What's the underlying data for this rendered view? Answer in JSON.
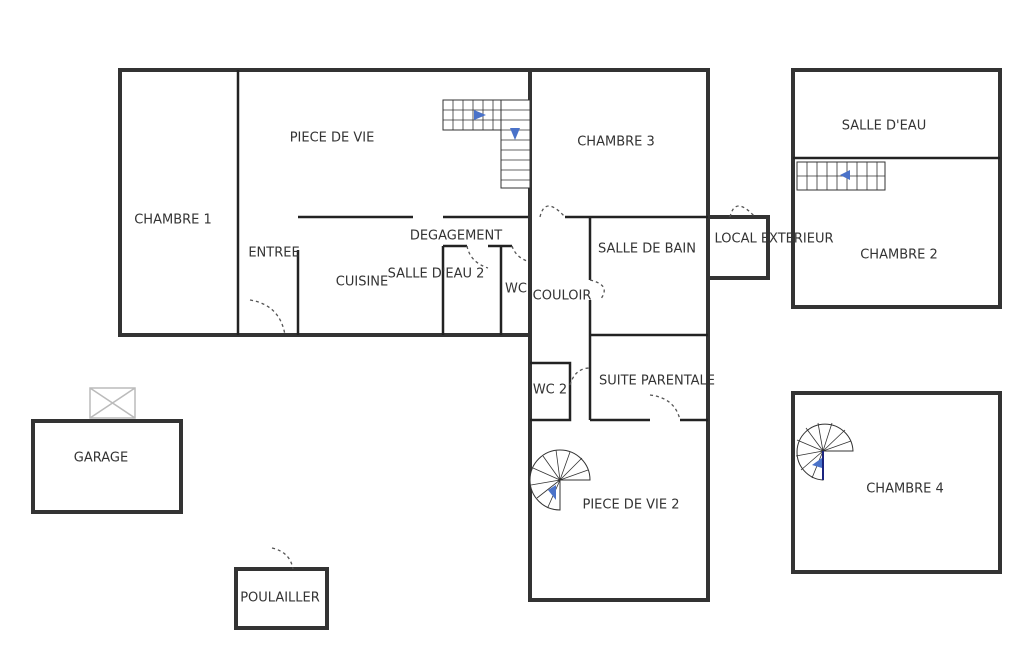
{
  "rooms": {
    "piece_de_vie": "PIECE DE VIE",
    "chambre_3": "CHAMBRE 3",
    "salle_d_eau": "SALLE D'EAU",
    "chambre_1": "CHAMBRE 1",
    "degagement": "DEGAGEMENT",
    "entree": "ENTREE",
    "salle_de_bain": "SALLE DE BAIN",
    "local_exterieur": "LOCAL EXTERIEUR",
    "chambre_2": "CHAMBRE 2",
    "cuisine": "CUISINE",
    "salle_d_eau_2": "SALLE D'EAU 2",
    "wc": "WC",
    "couloir": "COULOIR",
    "suite_parentale": "SUITE PARENTALE",
    "wc_2": "WC 2",
    "garage": "GARAGE",
    "piece_de_vie_2": "PIECE DE VIE 2",
    "chambre_4": "CHAMBRE 4",
    "poulailler": "POULAILLER"
  },
  "colors": {
    "wall": "#333333",
    "stair_arrow": "#4a72c9"
  }
}
